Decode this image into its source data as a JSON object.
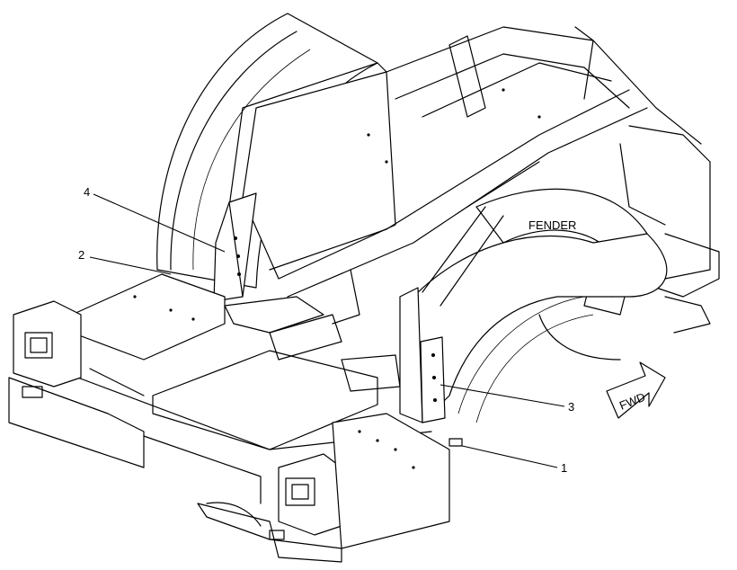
{
  "labels": {
    "fender": "FENDER",
    "callout_1": "1",
    "callout_2": "2",
    "callout_3": "3",
    "callout_4": "4",
    "fwd": "FWD"
  }
}
